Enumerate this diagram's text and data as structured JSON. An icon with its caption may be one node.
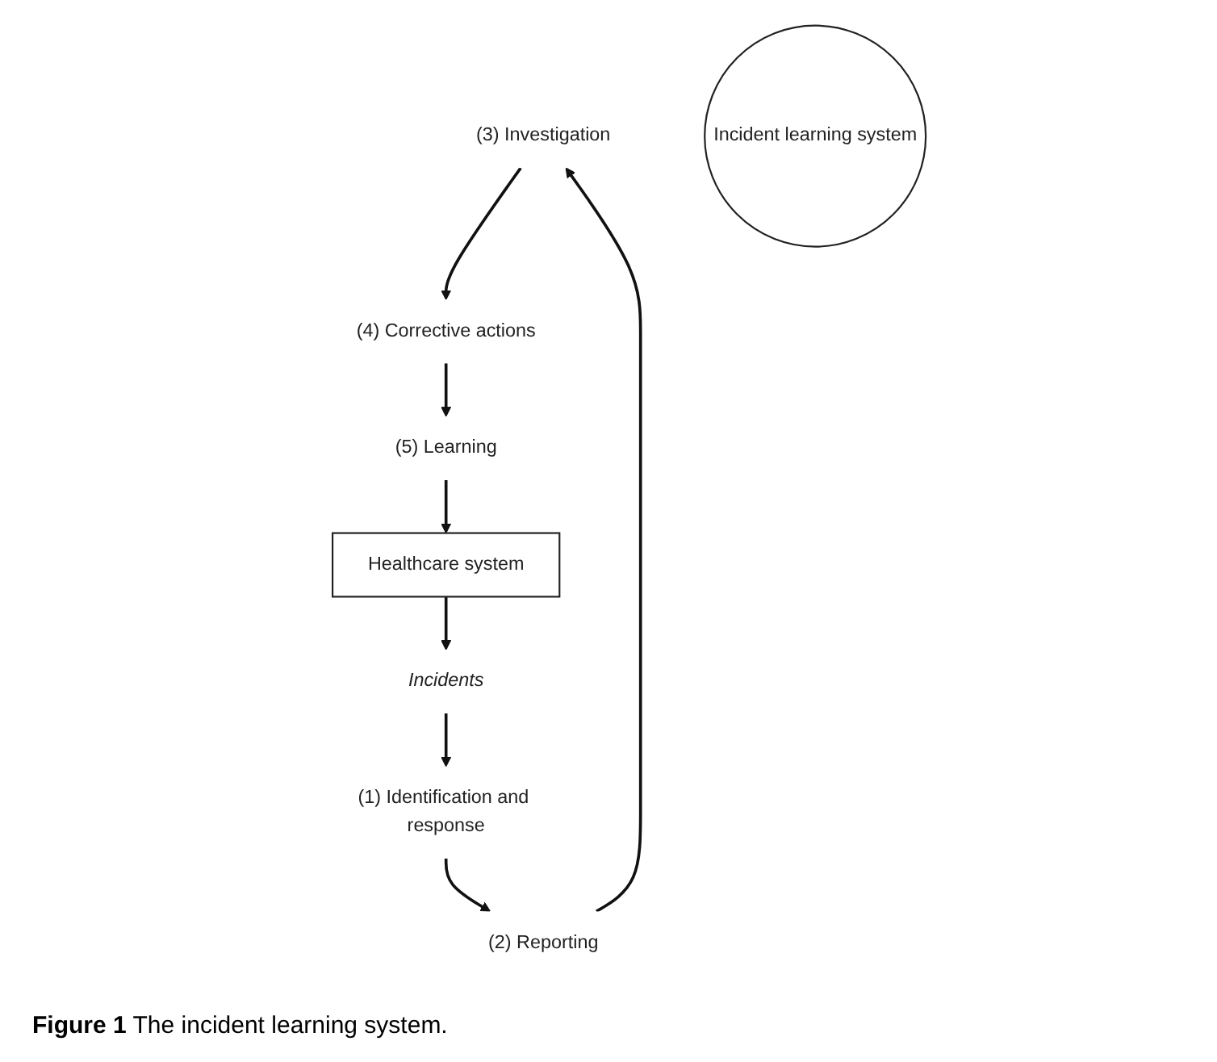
{
  "diagram": {
    "caption": "**Figure 1** The incident learning system.",
    "nodes": [
      {
        "text": [
          "(3) Investigation"
        ]
      },
      {
        "text": [
          "(2) Reporting"
        ]
      },
      {
        "text": [
          "(4) Corrective actions"
        ]
      },
      {
        "text": [
          "Incident learning system"
        ]
      },
      {
        "text": [
          "(1) Identification and response"
        ]
      },
      {
        "text": [
          "*Incidents*"
        ]
      },
      {
        "text": [
          "(5) Learning"
        ]
      },
      {
        "text": [
          "Healthcare system"
        ]
      }
    ],
    "edges": [
      {
        "from": 7,
        "to": 5,
        "arrow": "to"
      },
      {
        "from": 5,
        "to": 4,
        "arrow": "to"
      },
      {
        "from": 4,
        "to": 1,
        "arrow": "to"
      },
      {
        "from": 1,
        "to": 0,
        "arrow": "to"
      },
      {
        "from": 0,
        "to": 2,
        "arrow": "to"
      },
      {
        "from": 2,
        "to": 6,
        "arrow": "to"
      },
      {
        "from": 6,
        "to": 7,
        "arrow": "to"
      }
    ]
  }
}
